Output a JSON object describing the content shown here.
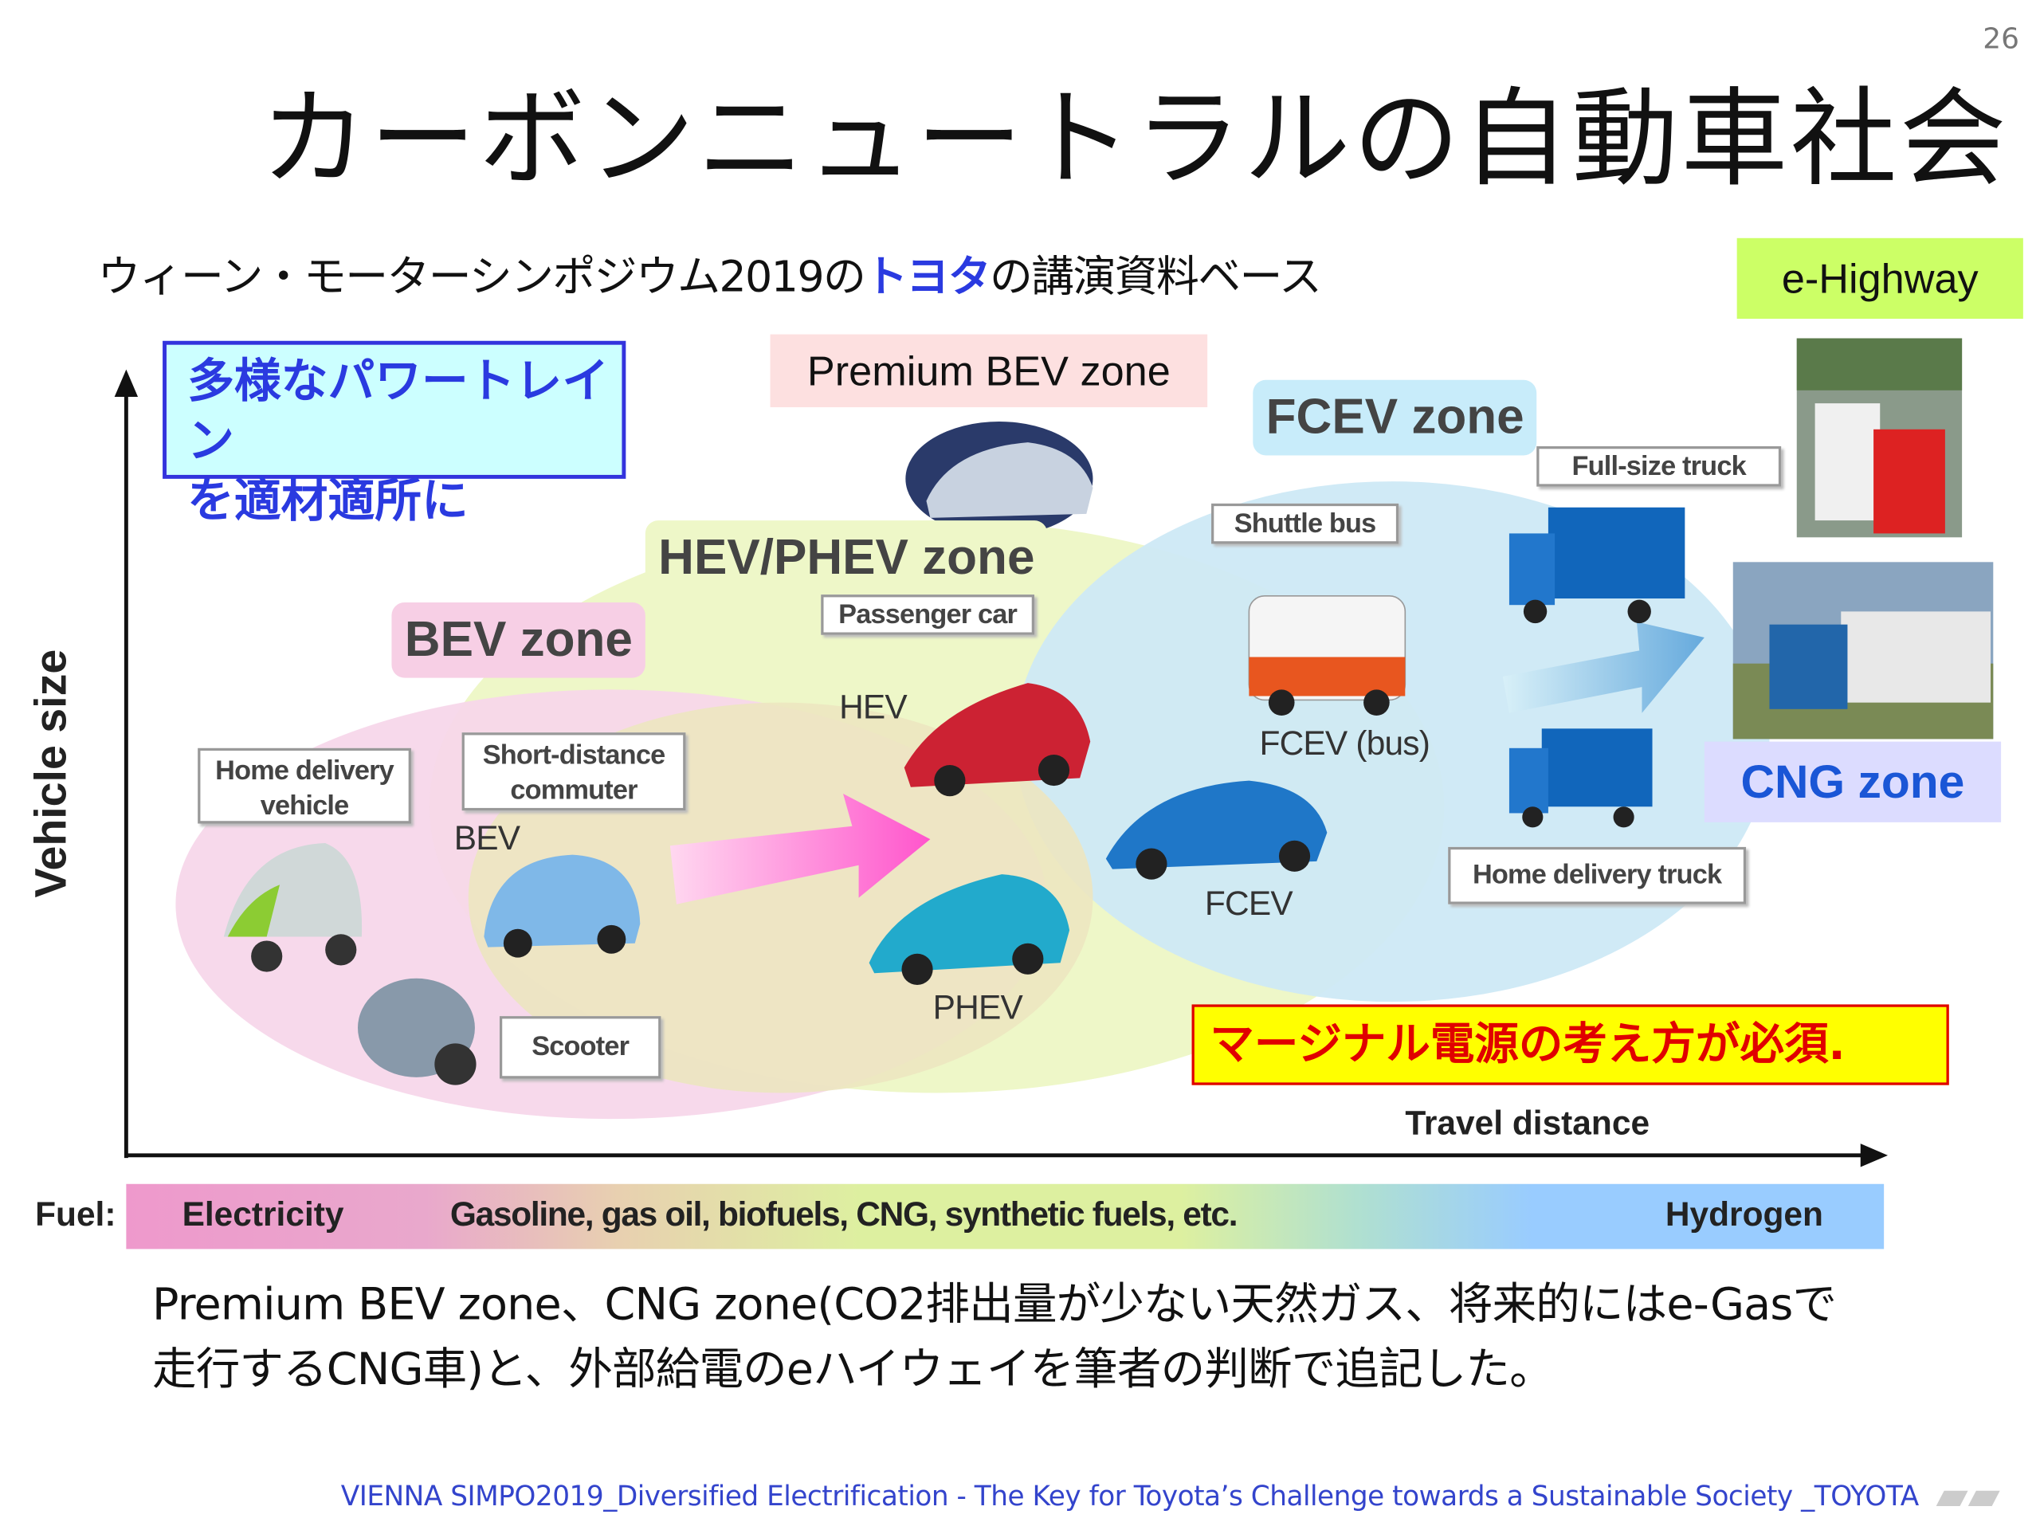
{
  "page_number": "26",
  "title": "カーボンニュートラルの自動車社会",
  "subtitle": {
    "before": "ウィーン・モーターシンポジウム2019の",
    "highlight": "トヨタ",
    "after": "の講演資料ベース"
  },
  "callout": {
    "line1": "多様なパワートレイン",
    "line2": "を適材適所に"
  },
  "zones": {
    "premium_bev": "Premium BEV zone",
    "fcev": "FCEV zone",
    "hev_phev": "HEV/PHEV zone",
    "bev": "BEV zone",
    "cng": "CNG zone",
    "e_highway": "e-Highway"
  },
  "vehicle_labels": {
    "full_size_truck": "Full-size truck",
    "shuttle_bus": "Shuttle bus",
    "passenger_car": "Passenger car",
    "home_delivery_vehicle": "Home delivery vehicle",
    "short_distance_commuter": "Short-distance commuter",
    "scooter": "Scooter",
    "home_delivery_truck": "Home delivery truck"
  },
  "car_labels": {
    "hev": "HEV",
    "bev": "BEV",
    "phev": "PHEV",
    "fcev": "FCEV",
    "fcev_bus": "FCEV (bus)"
  },
  "axes": {
    "y": "Vehicle size",
    "x": "Travel distance"
  },
  "fuel": {
    "label": "Fuel:",
    "electricity": "Electricity",
    "conventional": "Gasoline, gas oil, biofuels, CNG, synthetic fuels, etc.",
    "hydrogen": "Hydrogen"
  },
  "warning": "マージナル電源の考え方が必須.",
  "note": {
    "line1": "Premium BEV zone、CNG zone(CO2排出量が少ない天然ガス、将来的にはe-Gasで",
    "line2": "走行するCNG車)と、外部給電のeハイウェイを筆者の判断で追記した。"
  },
  "footer": "VIENNA SIMPO2019_Diversified Electrification - The Key for Toyota’s Challenge towards a Sustainable Society _TOYOTA",
  "colors": {
    "accent_blue": "#2a3ae0",
    "warning_red": "#e00000",
    "warning_bg": "#ffff00",
    "e_highway_bg": "#ccff66",
    "callout_bg": "#ccffff"
  }
}
